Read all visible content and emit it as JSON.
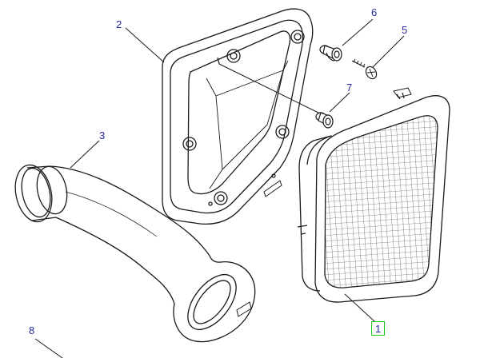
{
  "diagram": {
    "callouts": {
      "c1": "1",
      "c2": "2",
      "c3": "3",
      "c5": "5",
      "c6": "6",
      "c7": "7",
      "c8": "8"
    },
    "selected_callout": "1",
    "colors": {
      "outline": "#1a1a1a",
      "callout_text": "#2a2aa0",
      "selection_box": "#19c619",
      "leader": "#1a1a1a"
    }
  }
}
